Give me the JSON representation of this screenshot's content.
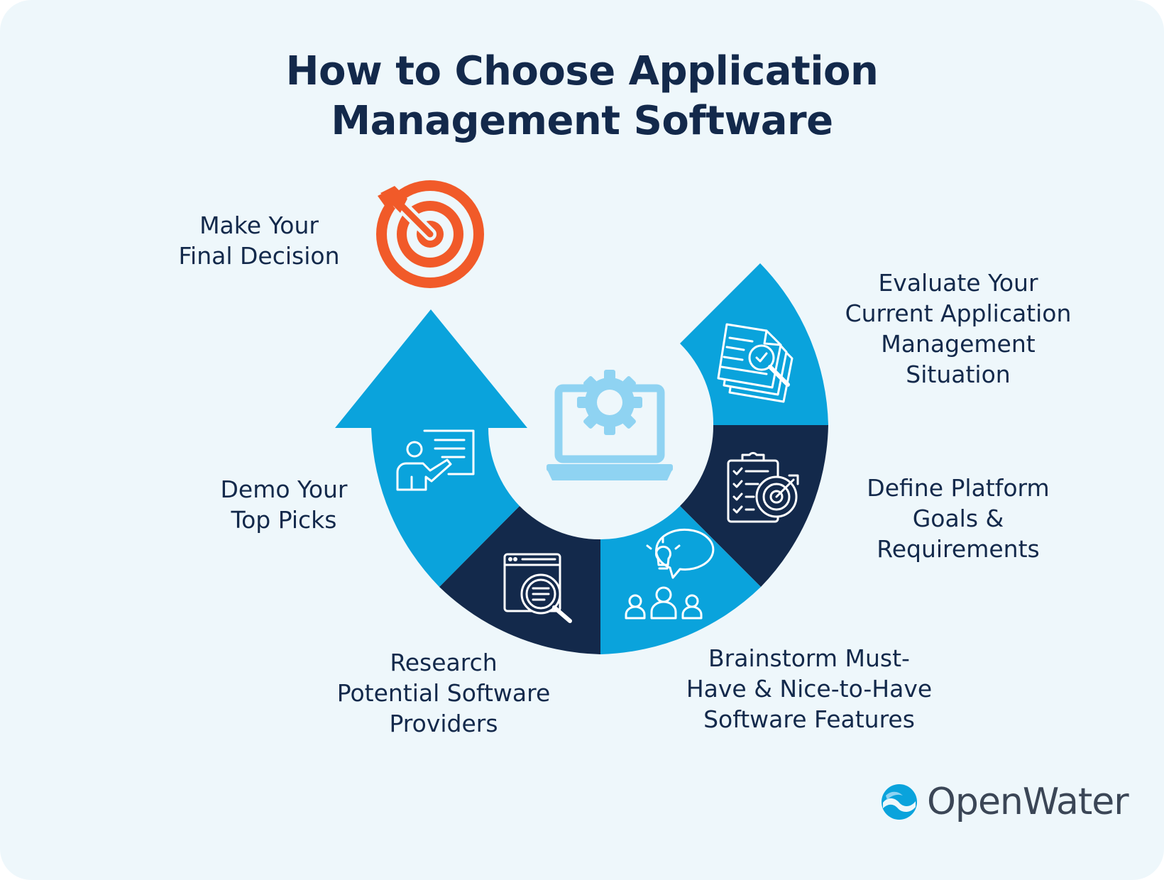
{
  "title": {
    "line1": "How to Choose Application",
    "line2": "Management Software"
  },
  "steps": [
    {
      "lines": [
        "Evaluate Your",
        "Current Application",
        "Management",
        "Situation"
      ],
      "icon": "documents-magnifier-icon",
      "segment_color": "#0aa3dc"
    },
    {
      "lines": [
        "Define Platform",
        "Goals &",
        "Requirements"
      ],
      "icon": "clipboard-target-icon",
      "segment_color": "#13294b"
    },
    {
      "lines": [
        "Brainstorm Must-",
        "Have & Nice-to-Have",
        "Software Features"
      ],
      "icon": "team-idea-icon",
      "segment_color": "#0aa3dc"
    },
    {
      "lines": [
        "Research",
        "Potential Software",
        "Providers"
      ],
      "icon": "browser-search-icon",
      "segment_color": "#13294b"
    },
    {
      "lines": [
        "Demo Your",
        "Top Picks"
      ],
      "icon": "presenter-board-icon",
      "segment_color": "#0aa3dc"
    },
    {
      "lines": [
        "Make Your",
        "Final Decision"
      ],
      "icon": "target-arrow-icon",
      "segment_color": "#f15a29"
    }
  ],
  "center_icon": "laptop-gear-icon",
  "brand": {
    "name": "OpenWater",
    "icon": "openwater-logo-icon"
  },
  "colors": {
    "background": "#eef7fb",
    "navy": "#13294b",
    "blue": "#0aa3dc",
    "light_blue": "#8fd3f2",
    "orange": "#f15a29"
  }
}
